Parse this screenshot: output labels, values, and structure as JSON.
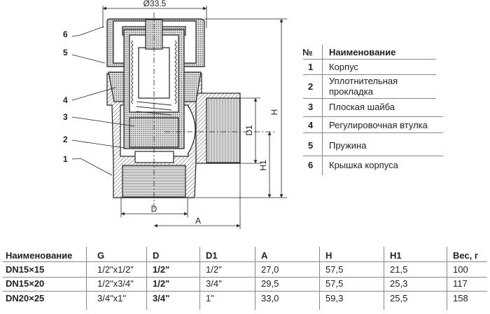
{
  "drawing": {
    "dimensions": {
      "diameter": "Ø33.5",
      "H": "H",
      "H1": "H1",
      "D1": "D1",
      "D": "D",
      "A": "A"
    },
    "callouts": [
      "1",
      "2",
      "3",
      "4",
      "5",
      "6"
    ]
  },
  "parts_table": {
    "headers": {
      "num": "№",
      "name": "Наименование"
    },
    "rows": [
      {
        "num": "1",
        "name": "Корпус"
      },
      {
        "num": "2",
        "name": "Уплотнительная прокладка"
      },
      {
        "num": "3",
        "name": "Плоская шайба"
      },
      {
        "num": "4",
        "name": "Регулировочная втулка"
      },
      {
        "num": "5",
        "name": "Пружина"
      },
      {
        "num": "6",
        "name": "Крышка корпуса"
      }
    ]
  },
  "specs_table": {
    "headers": [
      "Наименование",
      "G",
      "D",
      "D1",
      "A",
      "H",
      "H1",
      "Вес, г"
    ],
    "rows": [
      [
        "DN15×15",
        "1/2\"x1/2\"",
        "1/2\"",
        "1/2\"",
        "27,0",
        "57,5",
        "21,5",
        "100"
      ],
      [
        "DN15×20",
        "1/2\"x3/4\"",
        "1/2\"",
        "3/4\"",
        "29,5",
        "57,5",
        "25,3",
        "117"
      ],
      [
        "DN20×25",
        "3/4\"x1\"",
        "3/4\"",
        "1\"",
        "33,0",
        "59,3",
        "25,5",
        "158"
      ]
    ]
  }
}
